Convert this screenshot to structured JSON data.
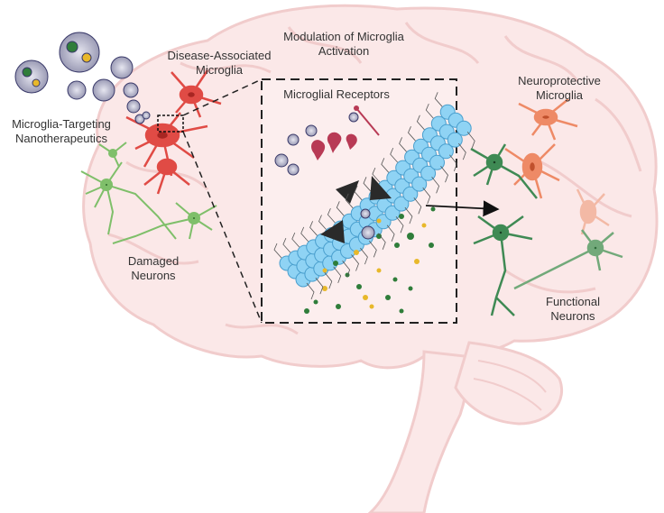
{
  "labels": {
    "modulation": [
      "Modulation of Microglia",
      "Activation"
    ],
    "disease_associated": [
      "Disease-Associated",
      "Microglia"
    ],
    "receptors": [
      "Microglial Receptors"
    ],
    "nanotherapeutics": [
      "Microglia-Targeting",
      "Nanotherapeutics"
    ],
    "damaged": [
      "Damaged",
      "Neurons"
    ],
    "neuroprotective": [
      "Neuroprotective",
      "Microglia"
    ],
    "functional": [
      "Functional",
      "Neurons"
    ]
  },
  "colors": {
    "brain_fill": "#fbe8e8",
    "brain_stroke": "#f1cccc",
    "membrane": "#8fd3f4",
    "membrane_stroke": "#4a9fce",
    "disease_microglia": "#e04b45",
    "protective_microglia": "#ee8a66",
    "pale_microglia": "#f3b9a5",
    "damaged_neuron": "#7fbf6a",
    "functional_neuron": "#3f8a54",
    "receptor": "#b83a55",
    "particle_green": "#2f7d3a",
    "particle_yellow": "#e8b82a",
    "arrow": "#222222"
  },
  "icons": [
    "brain-outline",
    "nanoparticle-icon",
    "microglia-cell-icon",
    "neuron-icon",
    "receptor-icon",
    "cell-membrane",
    "arrow-icon"
  ]
}
